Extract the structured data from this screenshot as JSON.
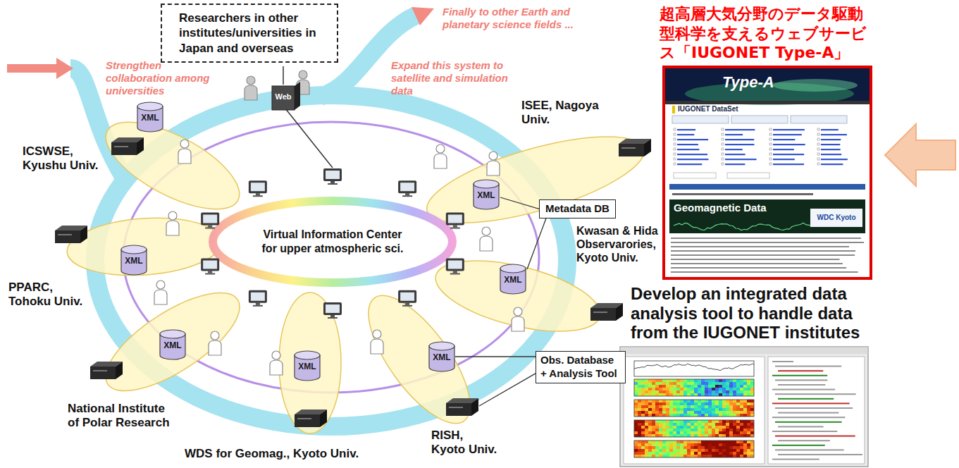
{
  "diagram": {
    "title": "超高層大気分野のデータ駆動型科学を支えるウェブサービス「IUGONET Type-A」",
    "nodes": [
      {
        "text": [
          "Researchers in other institutes/universities in Japan and overseas"
        ]
      },
      {
        "text": [
          "Metadata DB"
        ]
      },
      {
        "text": [
          "Virtual Information Center for upper atmospheric sci."
        ]
      },
      {
        "text": [
          "Obs. Database + Analysis Tool"
        ]
      }
    ],
    "labels": [
      "Strengthen collaboration among universities",
      "Finally to other Earth and planetary science fields ...",
      "Expand this system to satellite and simulation data",
      "Web",
      "ICSWSE, Kyushu Univ.",
      "ISEE, Nagoya Univ.",
      "Kwasan & Hida Observarories, Kyoto Univ.",
      "PPARC, Tohoku Univ.",
      "Develop an integrated data analysis tool to handle data from the IUGONET institutes",
      "National Institute of Polar Research",
      "RISH, Kyoto Univ.",
      "WDS for Geomag., Kyoto Univ.",
      "XML",
      "XML",
      "XML",
      "XML",
      "XML",
      "XML",
      "XML",
      "Type-A",
      "IUGONET DataSet",
      "Geomagnetic Data",
      "WDC Kyoto"
    ]
  }
}
